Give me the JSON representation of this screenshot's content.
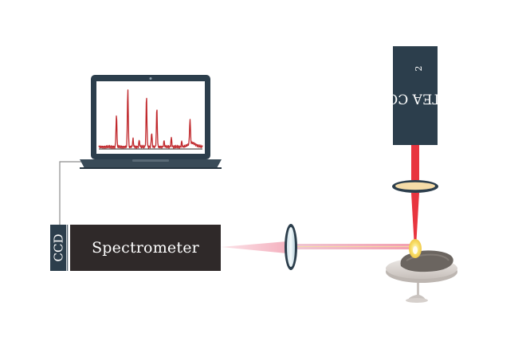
{
  "labels": {
    "spectrometer": "Spectrometer",
    "ccd": "CCD",
    "laser_main": "TEA CO",
    "laser_sub": "2"
  },
  "colors": {
    "dark_slate": "#2c3e4c",
    "spectrometer_body": "#2f2929",
    "laser_beam": "#e8353f",
    "collection_beam": "#f5b8c4",
    "spectrum_line": "#c0282c",
    "plasma": "#f7e06b",
    "stage": "#d6d0cc",
    "sample": "#6b6560"
  },
  "spectrum": {
    "peaks": [
      {
        "position": 0.17,
        "height": 0.5
      },
      {
        "position": 0.28,
        "height": 0.9
      },
      {
        "position": 0.46,
        "height": 0.78
      },
      {
        "position": 0.56,
        "height": 0.6
      },
      {
        "position": 0.88,
        "height": 0.38
      }
    ],
    "minor_peaks": [
      {
        "position": 0.33,
        "height": 0.12
      },
      {
        "position": 0.39,
        "height": 0.1
      },
      {
        "position": 0.51,
        "height": 0.22
      },
      {
        "position": 0.63,
        "height": 0.09
      },
      {
        "position": 0.7,
        "height": 0.14
      },
      {
        "position": 0.8,
        "height": 0.08
      }
    ]
  }
}
